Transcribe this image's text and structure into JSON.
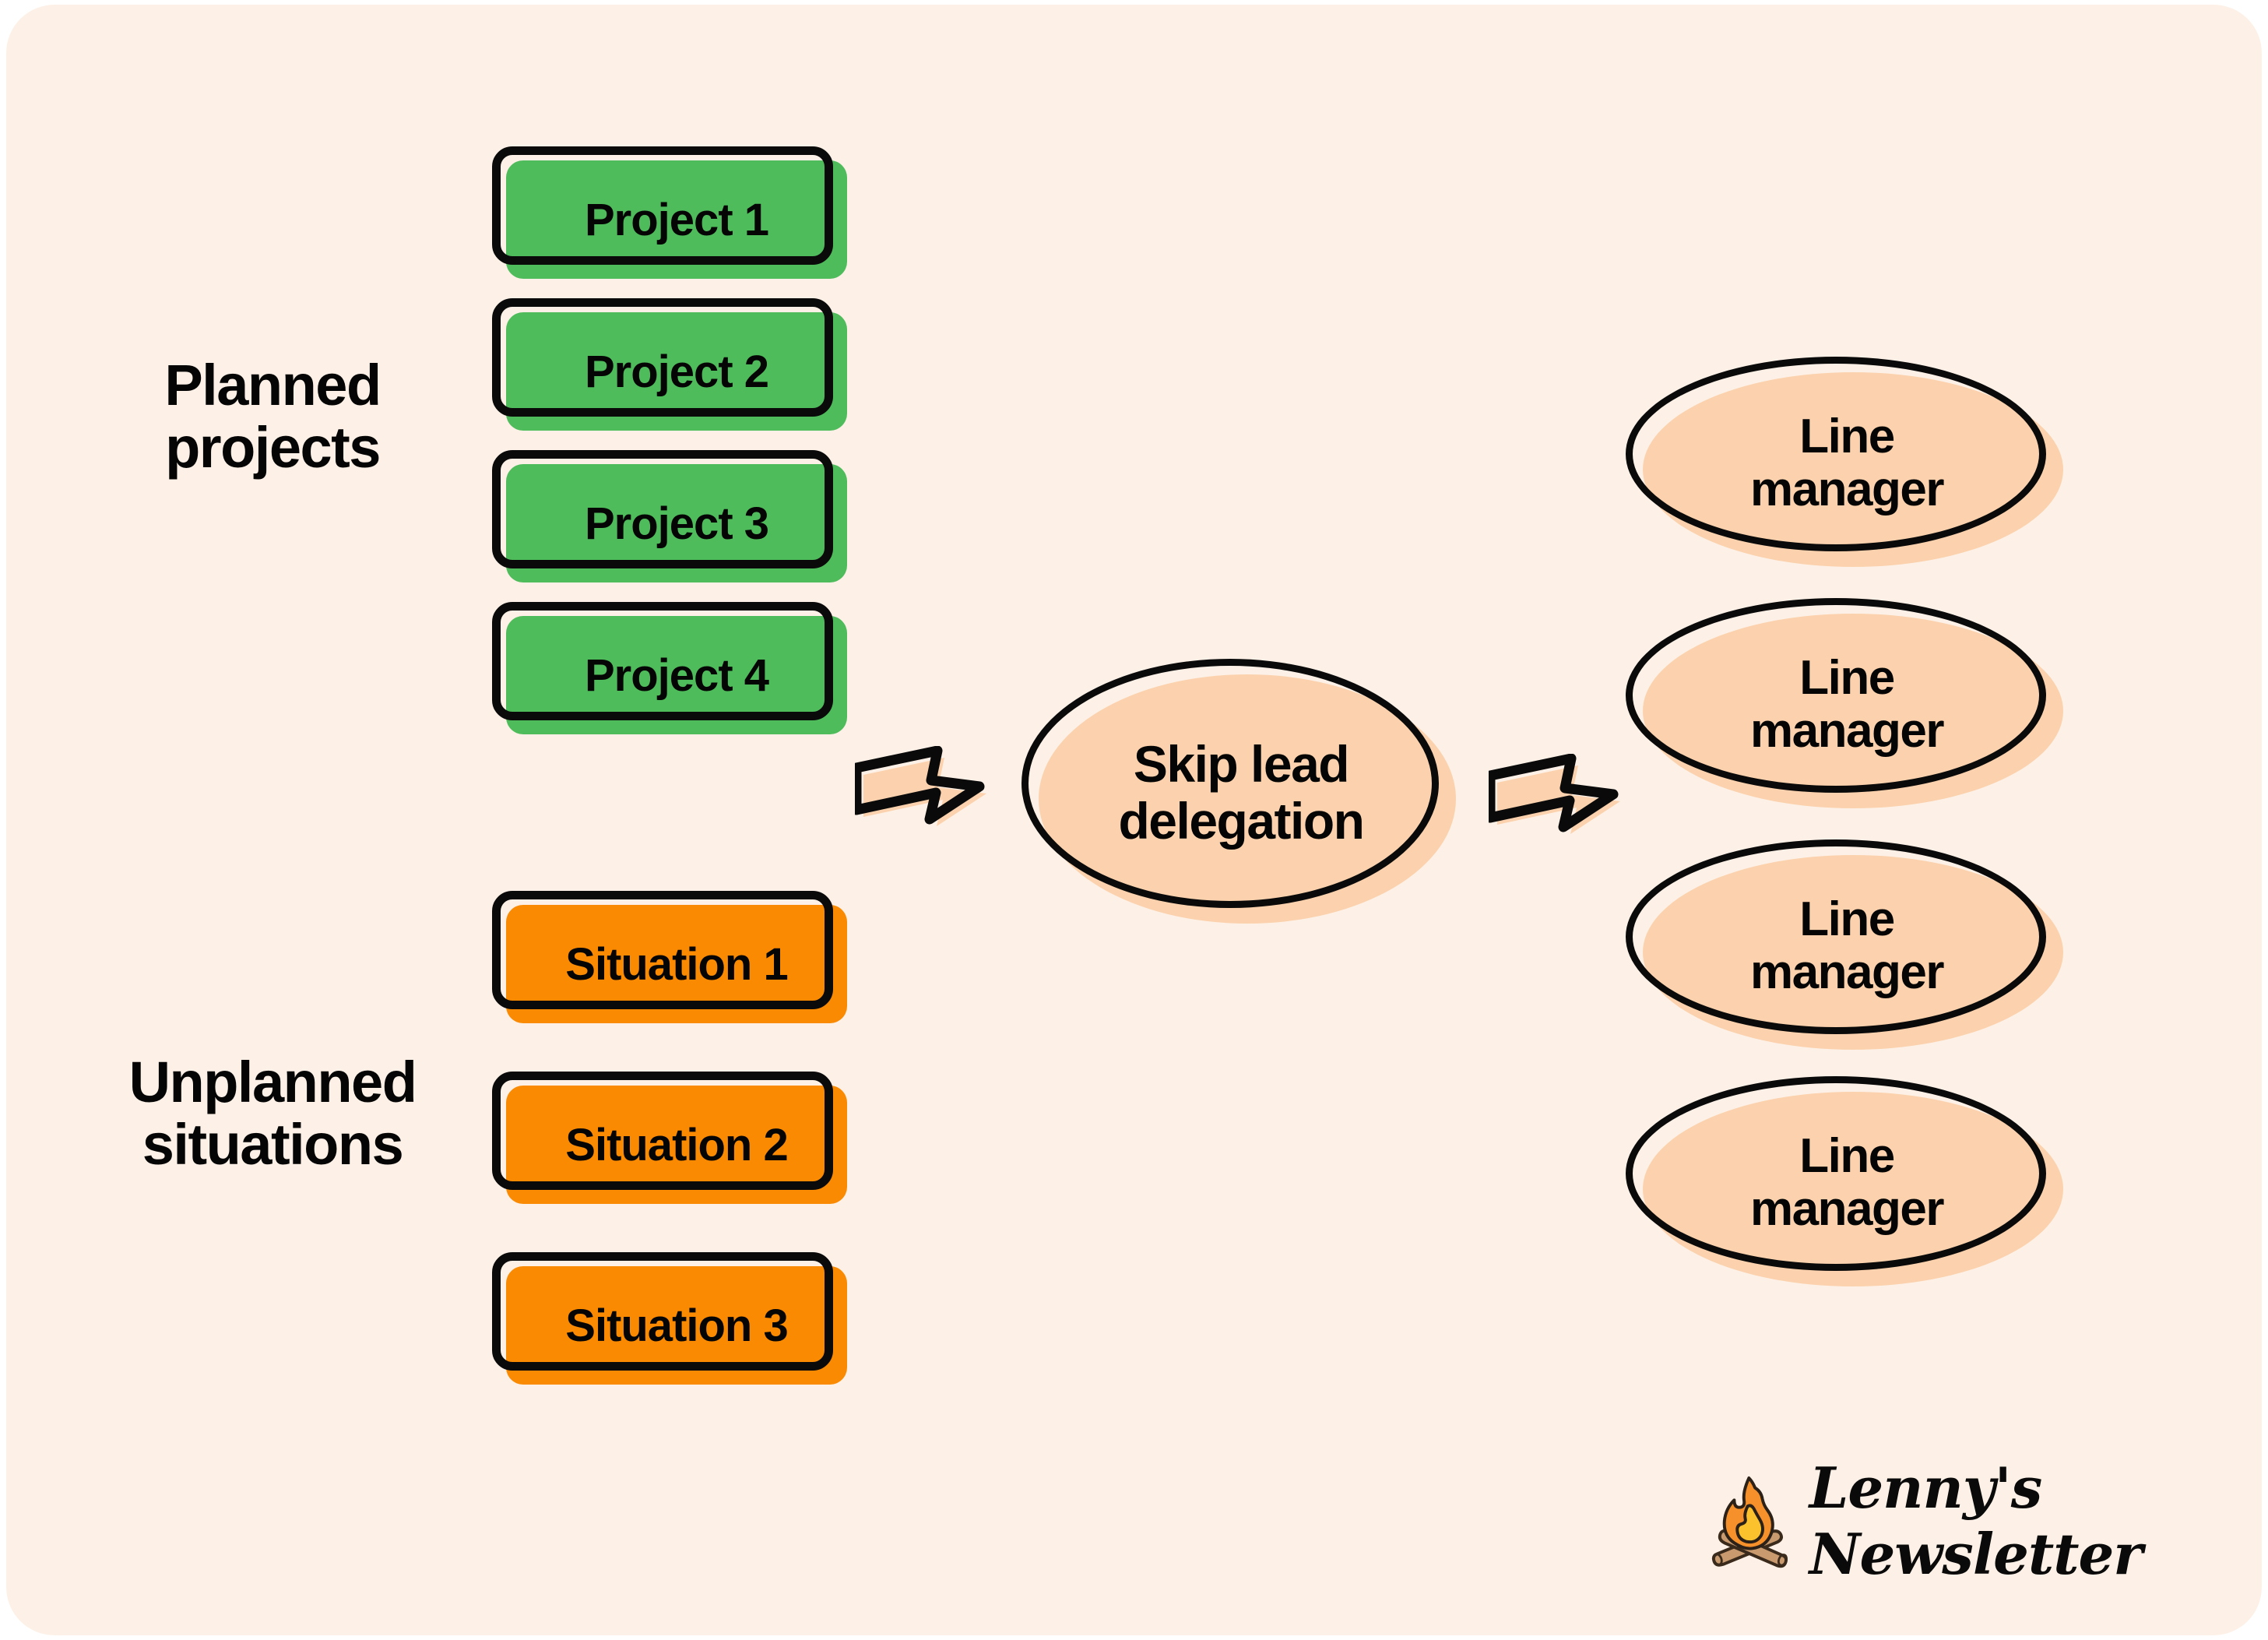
{
  "canvas": {
    "background": "#FDF1E7",
    "outer_background": "#ffffff"
  },
  "palette": {
    "green": "#4FBC5C",
    "orange": "#F98A02",
    "peach": "#FBD2AD",
    "cream": "#FDF1E7",
    "ink": "#0A0A0A",
    "flame_outer": "#F5902A",
    "flame_inner": "#FCC22E",
    "log": "#C89A6E"
  },
  "groups": {
    "planned": {
      "label": "Planned\nprojects",
      "items": [
        {
          "label": "Project 1"
        },
        {
          "label": "Project 2"
        },
        {
          "label": "Project 3"
        },
        {
          "label": "Project 4"
        }
      ]
    },
    "unplanned": {
      "label": "Unplanned\nsituations",
      "items": [
        {
          "label": "Situation 1"
        },
        {
          "label": "Situation 2"
        },
        {
          "label": "Situation 3"
        }
      ]
    }
  },
  "hub": {
    "label": "Skip lead\ndelegation"
  },
  "outputs": {
    "items": [
      {
        "label": "Line\nmanager"
      },
      {
        "label": "Line\nmanager"
      },
      {
        "label": "Line\nmanager"
      },
      {
        "label": "Line\nmanager"
      }
    ]
  },
  "arrows": [
    {
      "name": "arrow-inputs-to-hub"
    },
    {
      "name": "arrow-hub-to-outputs"
    }
  ],
  "logo": {
    "wordmark": "Lenny's Newsletter",
    "icon": "campfire-icon"
  }
}
